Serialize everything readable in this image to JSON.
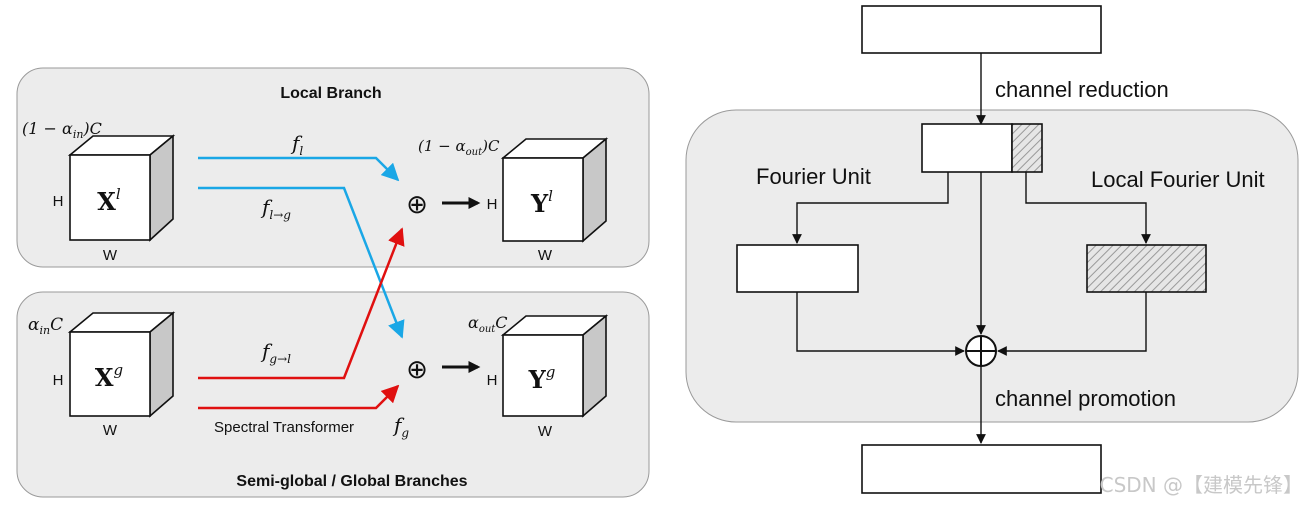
{
  "left": {
    "local_branch": {
      "title": "Local Branch",
      "input": {
        "channels": "(1 − α",
        "channels_sub": "in",
        "channels_tail": ")C",
        "symbol": "X",
        "sup": "l",
        "h": "H",
        "w": "W"
      },
      "output": {
        "channels": "(1 − α",
        "channels_sub": "out",
        "channels_tail": ")C",
        "symbol": "Y",
        "sup": "l",
        "h": "H",
        "w": "W"
      },
      "edge_ll": {
        "f": "f",
        "sub": "l"
      },
      "edge_lg": {
        "f": "f",
        "sub": "l→g"
      }
    },
    "global_branch": {
      "title": "Semi-global / Global Branches",
      "input": {
        "channels": "α",
        "channels_sub": "in",
        "channels_tail": "C",
        "symbol": "X",
        "sup": "g",
        "h": "H",
        "w": "W"
      },
      "output": {
        "channels": "α",
        "channels_sub": "out",
        "channels_tail": "C",
        "symbol": "Y",
        "sup": "g",
        "h": "H",
        "w": "W"
      },
      "edge_gl": {
        "f": "f",
        "sub": "g→l"
      },
      "edge_gg": {
        "label": "Spectral Transformer",
        "f": "f",
        "sub": "g"
      }
    },
    "sum_symbol": "⊕",
    "colors": {
      "local_to_local": "#1aa7e6",
      "local_to_global": "#1aa7e6",
      "global_to_local": "#e01010",
      "global_to_global": "#e01010",
      "panel_fill": "#ececec",
      "cube_side": "#c8c8c8"
    }
  },
  "right": {
    "channel_reduction": "channel reduction",
    "fourier_unit": "Fourier Unit",
    "local_fourier_unit": "Local Fourier Unit",
    "channel_promotion": "channel promotion",
    "sum_symbol": "⊕"
  },
  "watermark": "CSDN @【建模先锋】"
}
